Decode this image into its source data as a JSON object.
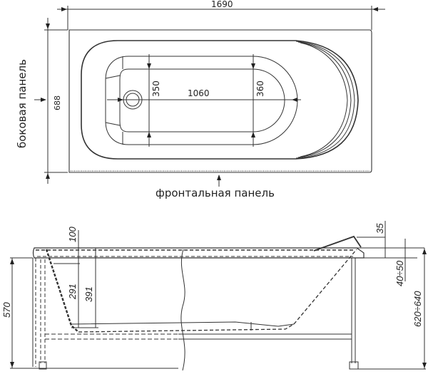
{
  "top_view": {
    "overall_length": "1690",
    "overall_width": "688",
    "inner_bottom_length": "1060",
    "bottom_width_head": "350",
    "bottom_width_foot": "360",
    "side_panel_label": "боковая панель",
    "front_panel_label": "фронтальная панель"
  },
  "side_view": {
    "rim_to_drain_axis": "100",
    "depth_to_overflow": "291",
    "depth_total": "391",
    "tub_height": "570",
    "headrest_height": "35",
    "leg_adjust_range": "40÷50",
    "total_height_range": "620÷640"
  },
  "colors": {
    "line": "#333333",
    "text": "#222222",
    "background": "#ffffff"
  }
}
